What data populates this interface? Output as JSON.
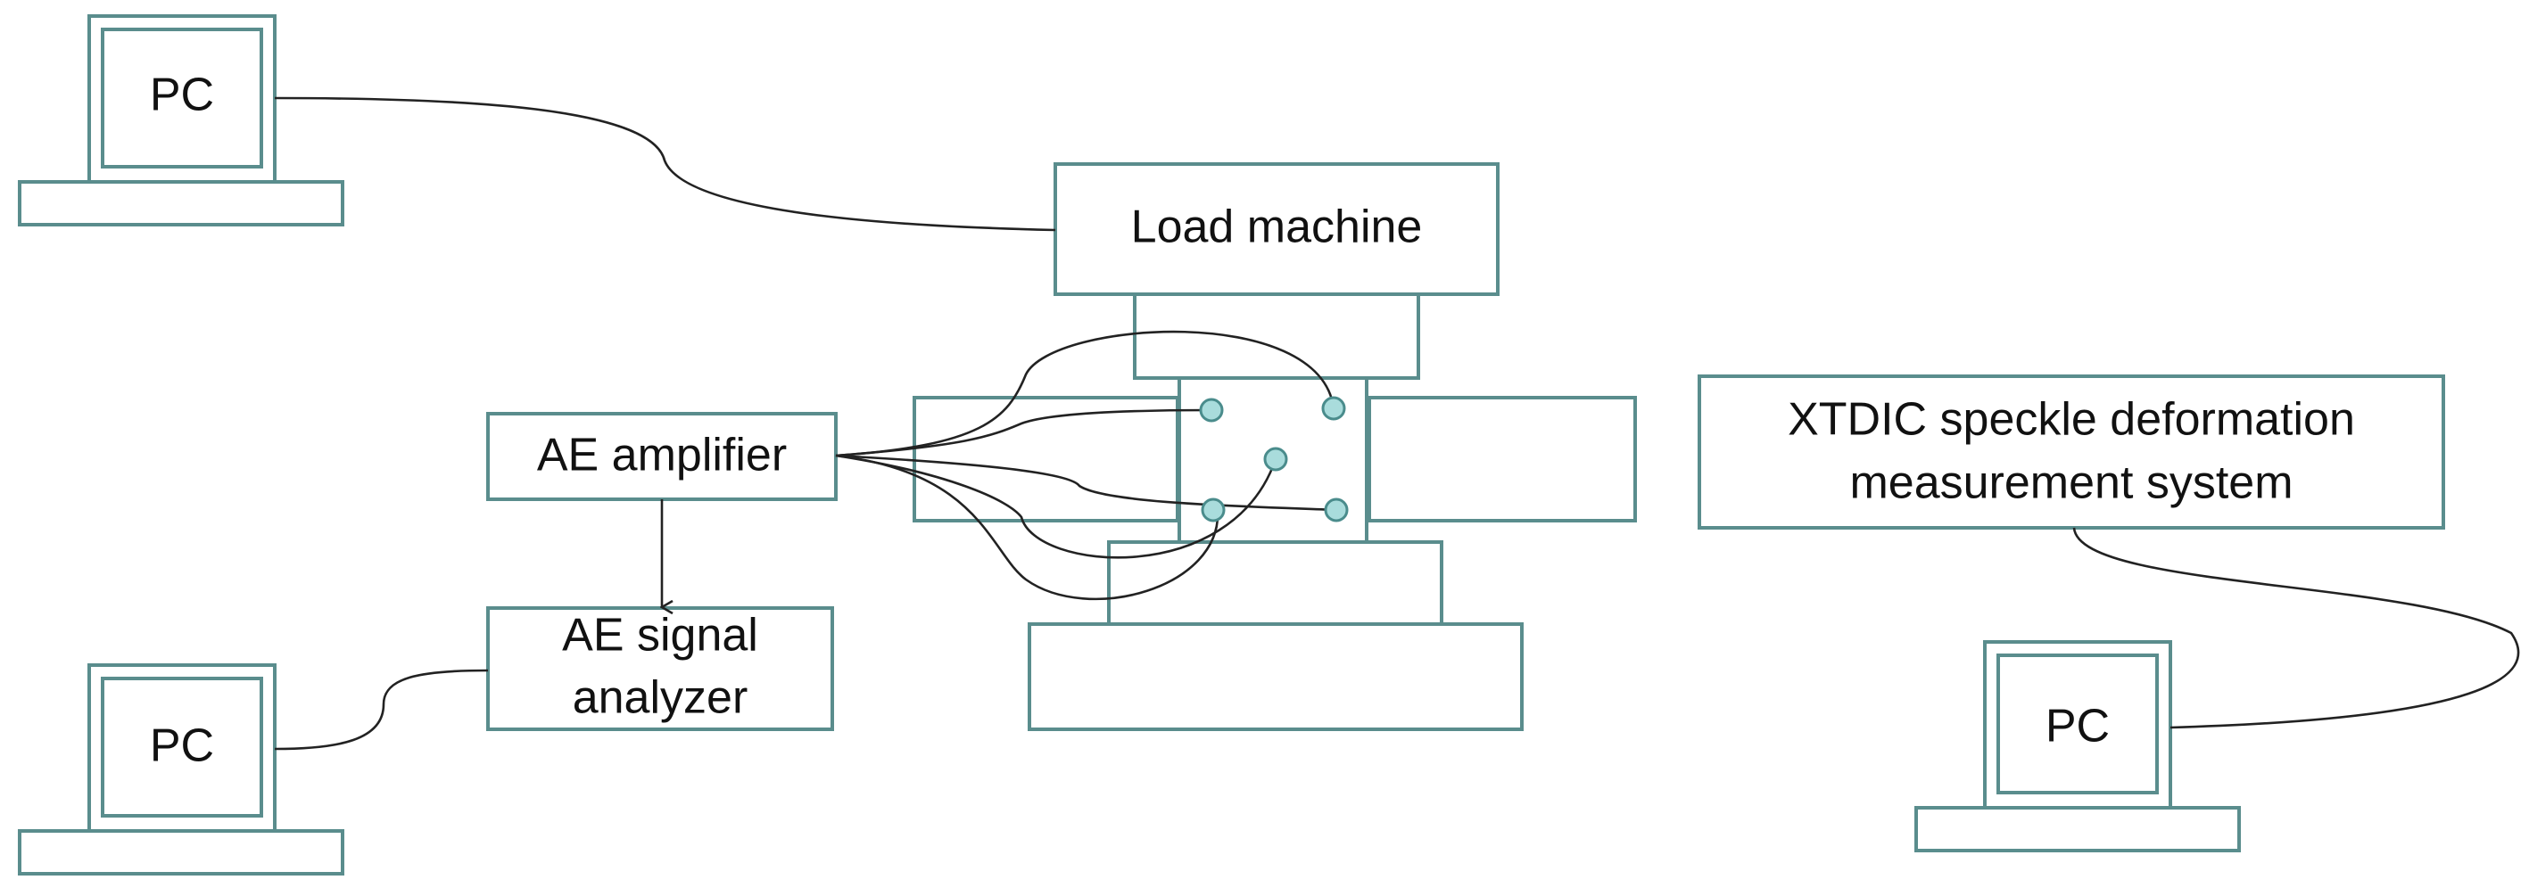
{
  "labels": {
    "pc_top_left": "PC",
    "pc_bottom_left": "PC",
    "pc_right": "PC",
    "load_machine": "Load machine",
    "ae_amplifier": "AE amplifier",
    "ae_analyzer_line1": "AE signal",
    "ae_analyzer_line2": "analyzer",
    "xtdic_line1": "XTDIC speckle deformation",
    "xtdic_line2": "measurement system"
  },
  "colors": {
    "box_stroke": "#5a8d8d",
    "sensor_fill": "#a9dcdc",
    "sensor_stroke": "#4a8c8c",
    "wire": "#222222"
  }
}
